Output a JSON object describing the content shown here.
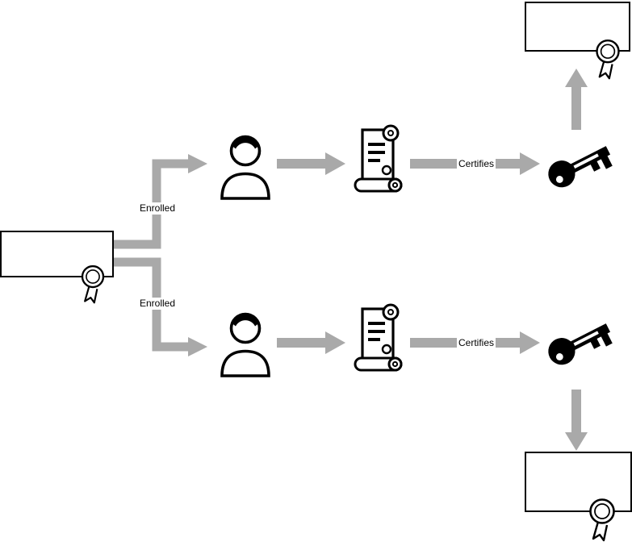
{
  "diagram": {
    "colors": {
      "background": "#ffffff",
      "ink": "#000000",
      "arrow": "#a9a9a9",
      "label_text": "#000000",
      "label_background": "#ffffff"
    },
    "edge_labels": {
      "enrolled_top": "Enrolled",
      "enrolled_bottom": "Enrolled",
      "certifies_top": "Certifies",
      "certifies_bottom": "Certifies"
    },
    "icons": {
      "seal": "rosette-seal-icon",
      "person": "person-icon",
      "certificate": "certificate-scroll-icon",
      "key": "key-icon"
    },
    "nodes": [
      {
        "id": "seal-box-left",
        "kind": "box-with-seal"
      },
      {
        "id": "person-top",
        "kind": "person"
      },
      {
        "id": "certificate-top",
        "kind": "certificate-scroll"
      },
      {
        "id": "key-top",
        "kind": "key"
      },
      {
        "id": "seal-box-top-right",
        "kind": "box-with-seal"
      },
      {
        "id": "person-bottom",
        "kind": "person"
      },
      {
        "id": "certificate-bottom",
        "kind": "certificate-scroll"
      },
      {
        "id": "key-bottom",
        "kind": "key"
      },
      {
        "id": "seal-box-bottom-right",
        "kind": "box-with-seal"
      }
    ],
    "edges": [
      {
        "from": "seal-box-left",
        "to": "person-top",
        "label": "Enrolled",
        "style": "elbow"
      },
      {
        "from": "seal-box-left",
        "to": "person-bottom",
        "label": "Enrolled",
        "style": "elbow"
      },
      {
        "from": "person-top",
        "to": "certificate-top",
        "label": ""
      },
      {
        "from": "certificate-top",
        "to": "key-top",
        "label": "Certifies"
      },
      {
        "from": "key-top",
        "to": "seal-box-top-right",
        "label": ""
      },
      {
        "from": "person-bottom",
        "to": "certificate-bottom",
        "label": ""
      },
      {
        "from": "certificate-bottom",
        "to": "key-bottom",
        "label": "Certifies"
      },
      {
        "from": "key-bottom",
        "to": "seal-box-bottom-right",
        "label": ""
      }
    ]
  }
}
